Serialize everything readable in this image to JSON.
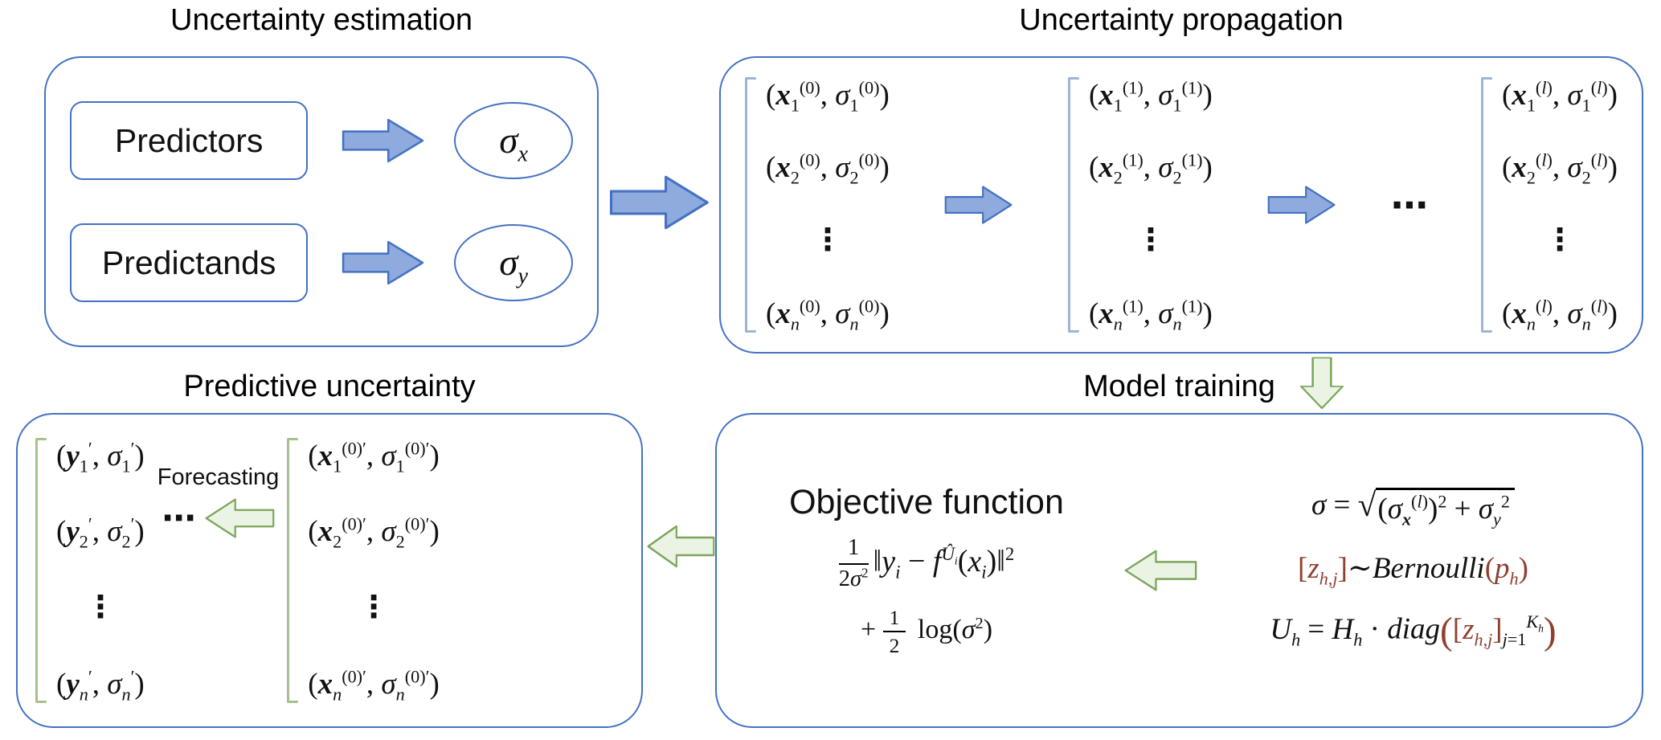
{
  "colors": {
    "box_border": "#4472C4",
    "blue_arrow_fill": "#8FAADC",
    "blue_arrow_stroke": "#4472C4",
    "green_arrow_fill": "#EBF3E4",
    "green_arrow_stroke": "#7CA65B",
    "maroon_text": "#8F4030",
    "propagation_bracket": "#9FB4D4",
    "predictive_bracket": "#A6C18C"
  },
  "estimation": {
    "title": "Uncertainty estimation",
    "predictors_label": "Predictors",
    "predictands_label": "Predictands",
    "sigma_x_html": "<i>σ<sub>x</sub></i>",
    "sigma_y_html": "<i>σ<sub>y</sub></i>"
  },
  "propagation": {
    "title": "Uncertainty propagation",
    "dots": "⋯",
    "columns": [
      {
        "rows": [
          "(<b><i>x</i></b><sub>1</sub><sup>(0)</sup>, <i>σ</i><sub>1</sub><sup>(0)</sup>)",
          "(<b><i>x</i></b><sub>2</sub><sup>(0)</sup>, <i>σ</i><sub>2</sub><sup>(0)</sup>)",
          "⋮",
          "(<b><i>x</i></b><sub><i>n</i></sub><sup>(0)</sup>, <i>σ</i><sub><i>n</i></sub><sup>(0)</sup>)"
        ]
      },
      {
        "rows": [
          "(<b><i>x</i></b><sub>1</sub><sup>(1)</sup>, <i>σ</i><sub>1</sub><sup>(1)</sup>)",
          "(<b><i>x</i></b><sub>2</sub><sup>(1)</sup>, <i>σ</i><sub>2</sub><sup>(1)</sup>)",
          "⋮",
          "(<b><i>x</i></b><sub><i>n</i></sub><sup>(1)</sup>, <i>σ</i><sub><i>n</i></sub><sup>(1)</sup>)"
        ]
      },
      {
        "rows": [
          "(<b><i>x</i></b><sub>1</sub><sup>(<i>l</i>)</sup>, <i>σ</i><sub>1</sub><sup>(<i>l</i>)</sup>)",
          "(<b><i>x</i></b><sub>2</sub><sup>(<i>l</i>)</sup>, <i>σ</i><sub>2</sub><sup>(<i>l</i>)</sup>)",
          "⋮",
          "(<b><i>x</i></b><sub><i>n</i></sub><sup>(<i>l</i>)</sup>, <i>σ</i><sub><i>n</i></sub><sup>(<i>l</i>)</sup>)"
        ]
      }
    ]
  },
  "predictive": {
    "title": "Predictive uncertainty",
    "forecasting_label": "Forecasting",
    "dots": "⋯",
    "y_rows": [
      "(<b><i>y</i></b><sub>1</sub><sup>′</sup>, <i>σ</i><sub>1</sub><sup>′</sup>)",
      "(<b><i>y</i></b><sub>2</sub><sup>′</sup>, <i>σ</i><sub>2</sub><sup>′</sup>)",
      "⋮",
      "(<b><i>y</i></b><sub><i>n</i></sub><sup>′</sup>, <i>σ</i><sub><i>n</i></sub><sup>′</sup>)"
    ],
    "x_rows": [
      "(<b><i>x</i></b><sub>1</sub><sup>(0)′</sup>, <i>σ</i><sub>1</sub><sup>(0)′</sup>)",
      "(<b><i>x</i></b><sub>2</sub><sup>(0)′</sup>, <i>σ</i><sub>2</sub><sup>(0)′</sup>)",
      "⋮",
      "(<b><i>x</i></b><sub><i>n</i></sub><sup>(0)′</sup>, <i>σ</i><sub><i>n</i></sub><sup>(0)′</sup>)"
    ]
  },
  "training": {
    "title": "Model training",
    "objective_label": "Objective function",
    "objective_line1_html": "<span class='frac'><span>1</span><span>2<i>σ</i><sup>2</sup></span></span>‖<i>y<sub>i</sub></i> − <i>f</i><sup><i>Û<sub>i</sub></i></sup>(<i>x<sub>i</sub></i>)‖<sup>2</sup>",
    "objective_line2_html": "+ <span class='frac'><span>1</span><span>2</span></span> log(<i>σ</i><sup>2</sup>)",
    "sigma_eq_html": "<i>σ</i> = <span class='sqrt'><span class='sqrt-sign'>√</span><span class='rad'>(<i>σ</i><sub><b><i>x</i></b></sub><sup>(<i>l</i>)</sup>)<sup>2</sup> + <i>σ<sub>y</sub></i><sup>2</sup></span></span>",
    "bernoulli_eq_html": "<span class='mrn'>[<i>z</i><sub><i>h</i>,<i>j</i></sub>]</span><i>∼Bernoulli</i><span class='mrn'>(<i>p<sub>h</sub></i>)</span>",
    "uh_eq_html": "<i>U<sub>h</sub></i> = <i>H<sub>h</sub></i> · <i>diag</i><span class='mrn bigp'>(</span><span class='mrn'>[<i>z</i><sub><i>h</i>,<i>j</i></sub>]</span><sub><i>j</i>=1</sub><sup><i>K<sub>h</sub></i></sup><span class='mrn bigp'>)</span>"
  }
}
